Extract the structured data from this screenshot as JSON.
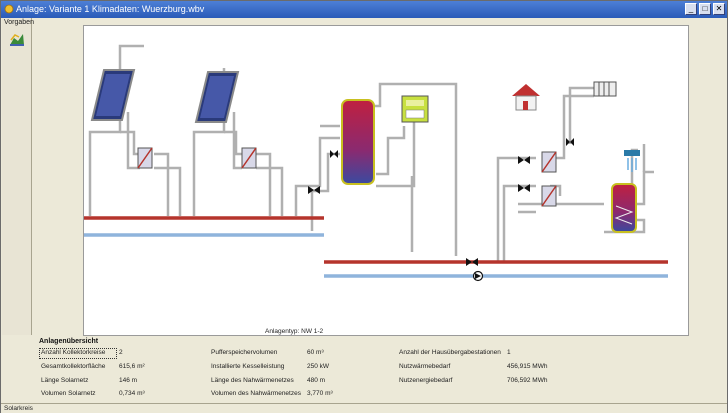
{
  "window": {
    "title": "Anlage: Variante 1    Klimadaten: Wuerzburg.wbv",
    "buttons": [
      "_",
      "□",
      "✕"
    ]
  },
  "left_panel": {
    "label": "Vorgaben"
  },
  "diagram": {
    "anlagentyp": "Anlagentyp: NW 1-2"
  },
  "summary": {
    "title": "Anlagenübersicht",
    "rows": [
      {
        "label": "Anzahl Kollektorkreise",
        "value": "2"
      },
      {
        "label": "Gesamtkollektorfläche",
        "value": "615,6 m²"
      },
      {
        "label": "Länge Solarnetz",
        "value": "146 m"
      },
      {
        "label": "Volumen Solarnetz",
        "value": "0,734 m³"
      },
      {
        "label": "Pufferspeichervolumen",
        "value": "60 m³"
      },
      {
        "label": "Installierte Kesselleistung",
        "value": "250 kW"
      },
      {
        "label": "Länge des Nahwärmenetzes",
        "value": "480 m"
      },
      {
        "label": "Volumen des Nahwärmenetzes",
        "value": "3,770 m³"
      },
      {
        "label": "Anzahl der Hausübergabestationen",
        "value": "1"
      },
      {
        "label": "Nutzwärmebedarf",
        "value": "456,915 MWh"
      },
      {
        "label": "Nutzenergiebedarf",
        "value": "706,592 MWh"
      }
    ]
  },
  "statusbar": {
    "text": "Solarkreis"
  },
  "colors": {
    "supply": "#b5342c",
    "return": "#8fb4dc",
    "pipe": "#b0b0b0",
    "titlebar": "#2a5bb8"
  }
}
